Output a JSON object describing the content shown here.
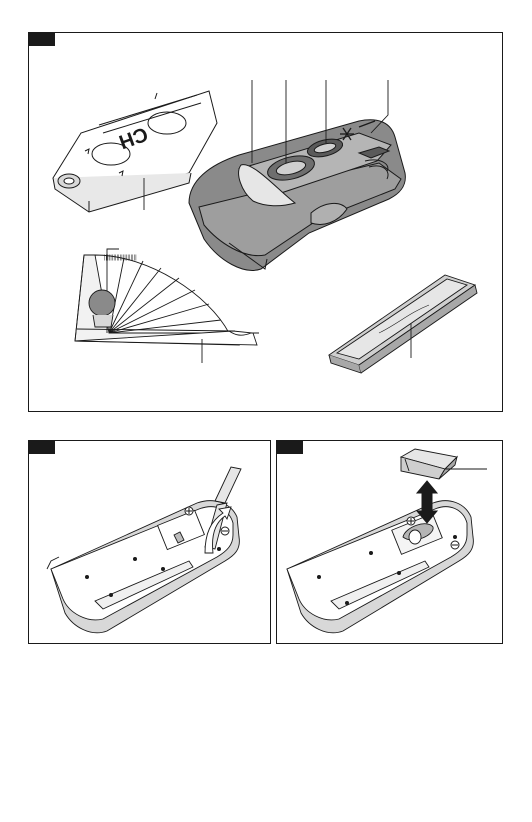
{
  "figures": [
    {
      "id": "figure-1",
      "parts": [
        "wall-mount-plate",
        "laser-level-body",
        "protractor-angle-gauge",
        "adhesive-strip"
      ],
      "mount_label": "CH",
      "callout_count": 7
    },
    {
      "id": "figure-2",
      "action": "remove-battery-insulation-strip"
    },
    {
      "id": "figure-3",
      "action": "open-battery-compartment-cover",
      "callout_count": 1
    }
  ],
  "colors": {
    "outline": "#1a1a1a",
    "body_gray": "#8a8a8a",
    "light_gray": "#cfcfcf",
    "mid_gray": "#a8a8a8",
    "dark_gray": "#5a5a5a"
  },
  "icons": [
    "laser-star-icon",
    "up-arrow-icon",
    "double-arrow-icon",
    "screw-icon",
    "plus-terminal-icon",
    "minus-terminal-icon"
  ]
}
